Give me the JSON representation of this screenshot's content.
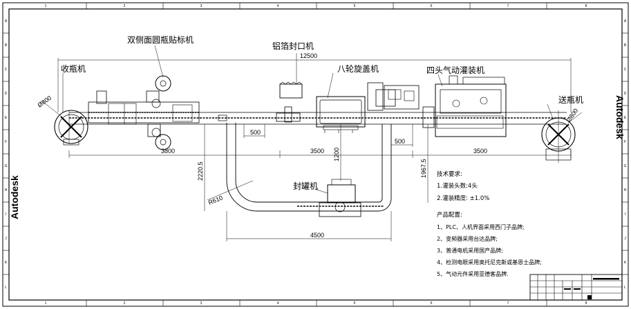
{
  "border": {
    "columns": [
      "1",
      "2",
      "3",
      "4",
      "5",
      "6",
      "7",
      "8"
    ],
    "rows": [
      "A",
      "B",
      "C",
      "D",
      "E",
      "F",
      "G",
      "H",
      "I",
      "J",
      "K",
      "L"
    ]
  },
  "watermarks": {
    "right": "Autodesk",
    "left": "Autodesk"
  },
  "machines": {
    "label_applicator": "双侧面圆瓶贴标机",
    "foil_sealer": "铝箔封口机",
    "collector": "收瓶机",
    "capper": "八轮旋盖机",
    "filler": "四头气动灌装机",
    "feeder": "送瓶机",
    "can_sealer": "封罐机"
  },
  "dimensions": {
    "d_12500": "12500",
    "d_500_left": "500",
    "d_500_right": "500",
    "d_3800": "3800",
    "d_3500_left": "3500",
    "d_3500_right": "3500",
    "d_1200": "1200",
    "d_2220": "2220.5",
    "d_1967": "1967.5",
    "d_4500": "4500",
    "r_610": "R610",
    "dia_left": "Ø800",
    "dia_right": "Ø800"
  },
  "specs": {
    "tech_title": "技术要求:",
    "tech_1": "1.灌装头数:4头",
    "tech_2": "2.灌装精度: ±1.0%",
    "config_title": "产品配置:",
    "config_1": "1、PLC、人机界面采用西门子品牌;",
    "config_2": "2、变频器采用台达品牌;",
    "config_3": "3、普通电机采用国产品牌;",
    "config_4": "4、检测电眼采用奥托尼克斯或基恩士品牌;",
    "config_5": "5、气动元件采用亚德客品牌."
  }
}
